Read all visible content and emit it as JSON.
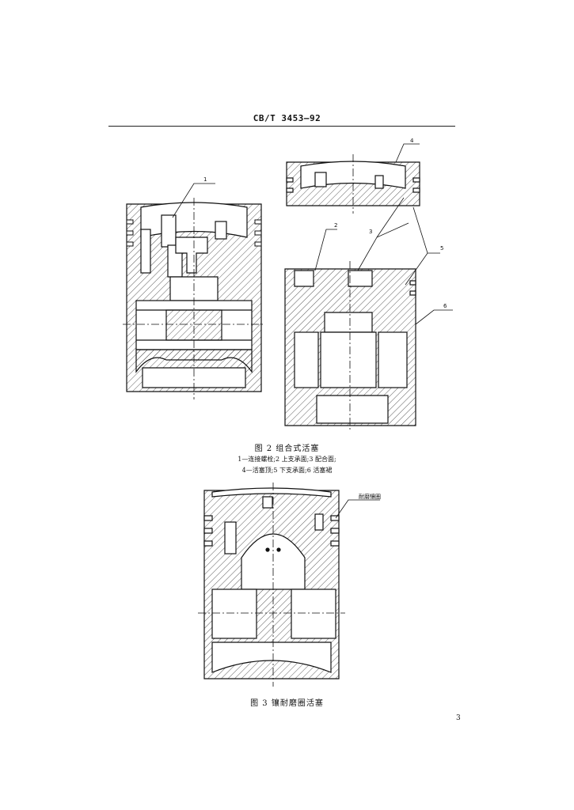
{
  "header": {
    "standard_code": "CB/T 3453—92"
  },
  "figure2": {
    "caption": "图 2  组合式活塞",
    "legend_line1": "1—连接螺栓;2  上支承面;3  配合面;",
    "legend_line2": "4—活塞顶;5  下支承面;6  活塞裙",
    "callouts": [
      "1",
      "2",
      "3",
      "4",
      "5",
      "6"
    ]
  },
  "figure3": {
    "caption": "图 3  镶耐磨圈活塞",
    "callout": "耐磨镶圈"
  },
  "page_number": "3",
  "colors": {
    "ink": "#111111",
    "paper": "#ffffff",
    "hatch": "#333333"
  }
}
